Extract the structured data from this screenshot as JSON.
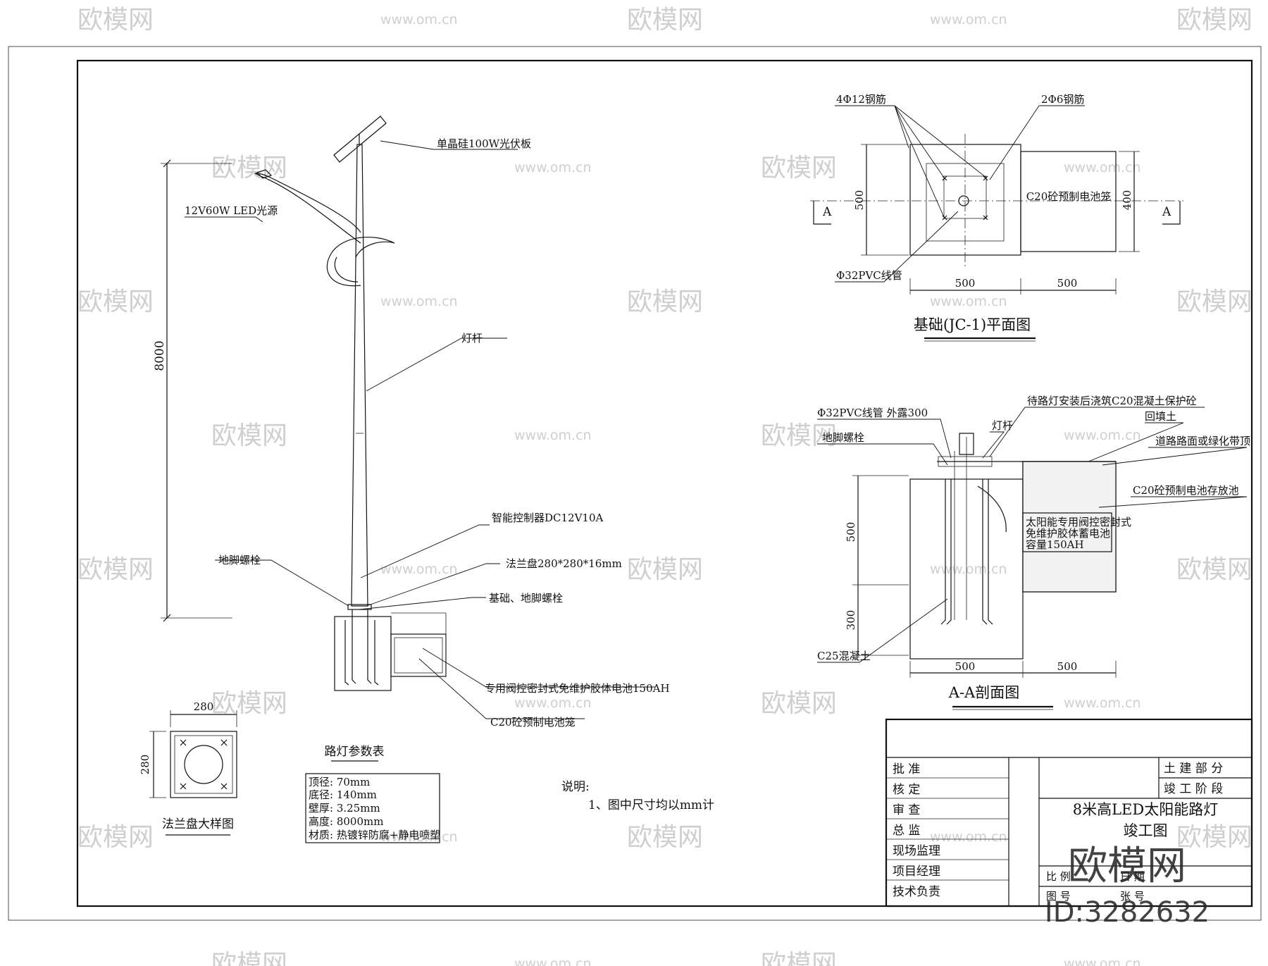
{
  "watermark": {
    "brand": "欧模网",
    "url": "www.om.cn",
    "id_label": "ID:3282632"
  },
  "elevation": {
    "height_dim": "8000",
    "labels": {
      "pv_panel": "单晶硅100W光伏板",
      "led_lamp": "12V60W LED光源",
      "pole": "灯杆",
      "controller": "智能控制器DC12V10A",
      "anchor_bolt": "地脚螺栓",
      "flange": "法兰盘280*280*16mm",
      "foundation_bolt": "基础、地脚螺栓",
      "battery": "专用阀控密封式免维护胶体电池150AH",
      "battery_box": "C20砼预制电池笼"
    }
  },
  "flange_detail": {
    "dim_w": "280",
    "dim_h": "280",
    "title": "法兰盘大样图"
  },
  "param_table": {
    "title": "路灯参数表",
    "rows": [
      "顶径: 70mm",
      "底径: 140mm",
      "壁厚: 3.25mm",
      "高度: 8000mm",
      "材质: 热镀锌防腐+静电喷塑"
    ]
  },
  "notes": {
    "heading": "说明:",
    "items": [
      "1、图中尺寸均以mm计"
    ]
  },
  "plan_view": {
    "title": "基础(JC-1)平面图",
    "labels": {
      "rebar_main": "4Φ12钢筋",
      "rebar_tie": "2Φ6钢筋",
      "box": "C20砼预制电池笼",
      "pvc": "Φ32PVC线管",
      "section_mark": "A"
    },
    "dims": {
      "left_h": "500",
      "right_h": "400",
      "bottom_1": "500",
      "bottom_2": "500"
    }
  },
  "section_view": {
    "title": "A-A剖面图",
    "labels": {
      "pvc": "Φ32PVC线管  外露300",
      "anchor": "地脚螺栓",
      "pole": "灯杆",
      "protect": "待路灯安装后浇筑C20混凝土保护砼",
      "backfill": "回填土",
      "road": "道路路面或绿化带顶",
      "box": "C20砼预制电池存放池",
      "battery_note_1": "太阳能专用阀控密封式",
      "battery_note_2": "免维护胶体蓄电池",
      "battery_note_3": "容量150AH",
      "concrete": "C25混凝土"
    },
    "dims": {
      "h1": "500",
      "h2": "300",
      "w1": "500",
      "w2": "500"
    }
  },
  "title_block": {
    "roles": [
      "批    准",
      "核    定",
      "审    查",
      "总    监",
      "现场监理",
      "项目经理",
      "技术负责"
    ],
    "right_1": "土 建    部 分",
    "right_2": "竣 工    阶 段",
    "drawing_title_1": "8米高LED太阳能路灯",
    "drawing_title_2": "竣工图",
    "scale_label": "比 例",
    "date_label": "日 期",
    "drawing_no_label": "图 号",
    "sheet_label": "张 号"
  }
}
